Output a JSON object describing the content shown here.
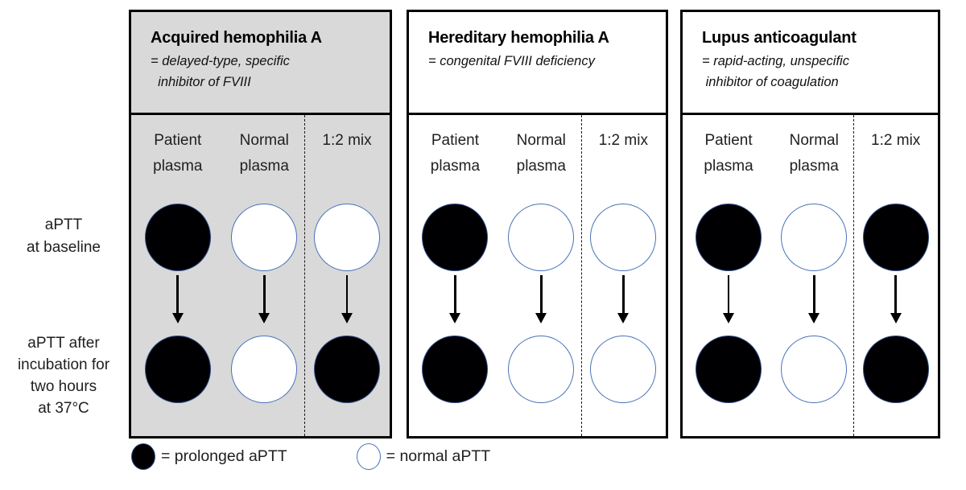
{
  "figure": {
    "row_labels": {
      "baseline": "aPTT\nat baseline",
      "incubation": "aPTT after\nincubation for\ntwo hours\nat 37°C"
    },
    "legend": {
      "prolonged": {
        "symbol": "prolonged",
        "label": "= prolonged aPTT"
      },
      "normal": {
        "symbol": "normal",
        "label": "= normal aPTT"
      }
    }
  },
  "panels": [
    {
      "title": "Acquired hemophilia A",
      "subtitle": "= delayed-type, specific\n  inhibitor of FVIII",
      "highlighted": true,
      "columns": [
        "Patient\nplasma",
        "Normal\nplasma",
        "1:2 mix"
      ],
      "baseline": [
        "prolonged",
        "normal",
        "normal"
      ],
      "after_incubation": [
        "prolonged",
        "normal",
        "prolonged"
      ]
    },
    {
      "title": "Hereditary hemophilia A",
      "subtitle": "= congenital FVIII deficiency",
      "highlighted": false,
      "columns": [
        "Patient\nplasma",
        "Normal\nplasma",
        "1:2 mix"
      ],
      "baseline": [
        "prolonged",
        "normal",
        "normal"
      ],
      "after_incubation": [
        "prolonged",
        "normal",
        "normal"
      ]
    },
    {
      "title": "Lupus anticoagulant",
      "subtitle": "= rapid-acting, unspecific\n inhibitor of coagulation",
      "highlighted": false,
      "columns": [
        "Patient\nplasma",
        "Normal\nplasma",
        "1:2 mix"
      ],
      "baseline": [
        "prolonged",
        "normal",
        "prolonged"
      ],
      "after_incubation": [
        "prolonged",
        "normal",
        "prolonged"
      ]
    }
  ],
  "colors": {
    "panel_highlight_bg": "#d9d9d9",
    "circle_outline": "#4a72b8",
    "prolonged_fill": "#000000",
    "normal_fill": "#ffffff",
    "border": "#000000"
  }
}
